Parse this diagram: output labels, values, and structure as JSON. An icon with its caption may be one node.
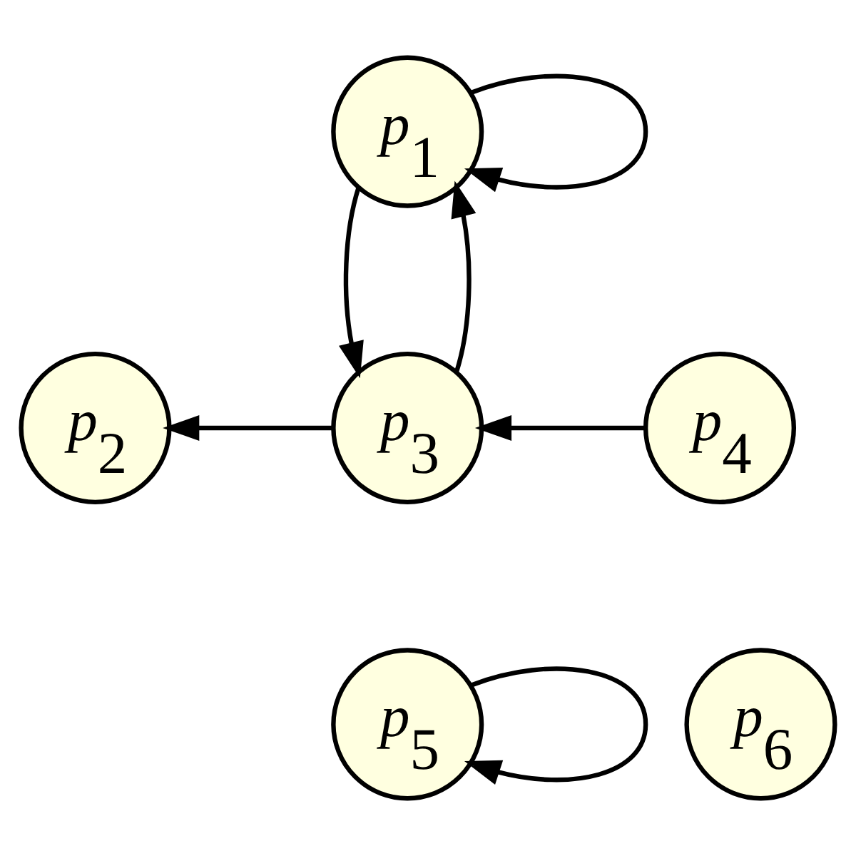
{
  "diagram": {
    "nodes": [
      {
        "text": [
          "p$_{1}$"
        ]
      },
      {
        "text": [
          "p$_{2}$"
        ]
      },
      {
        "text": [
          "p$_{3}$"
        ]
      },
      {
        "text": [
          "p$_{4}$"
        ]
      },
      {
        "text": [
          "p$_{5}$"
        ]
      },
      {
        "text": [
          "p$_{6}$"
        ]
      }
    ],
    "edges": [
      {
        "from": 0,
        "to": 0,
        "arrow": "to"
      },
      {
        "from": 2,
        "to": 0,
        "arrow": "to"
      },
      {
        "from": 0,
        "to": 2,
        "arrow": "to"
      },
      {
        "from": 2,
        "to": 1,
        "arrow": "to"
      },
      {
        "from": 3,
        "to": 2,
        "arrow": "to"
      },
      {
        "from": 4,
        "to": 4,
        "arrow": "to"
      }
    ]
  }
}
